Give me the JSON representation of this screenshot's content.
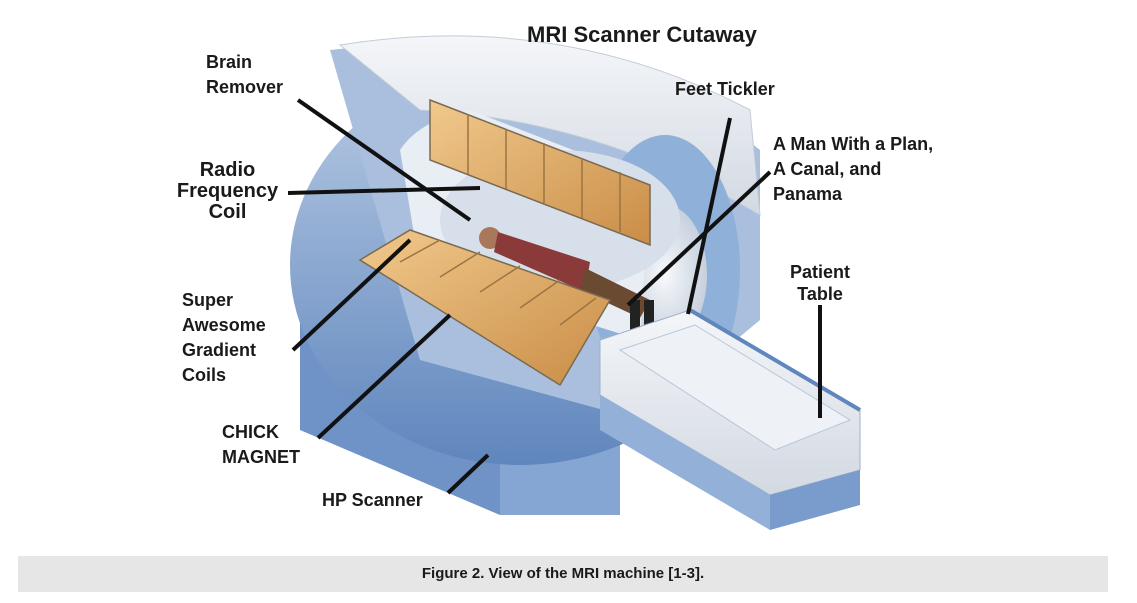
{
  "title": "MRI Scanner Cutaway",
  "labels": {
    "brain_remover": [
      "Brain",
      "Remover"
    ],
    "feet_tickler": "Feet Tickler",
    "man_with_plan": [
      "A Man With a Plan,",
      "A Canal, and",
      "Panama"
    ],
    "rf_coil": [
      "Radio",
      "Frequency",
      "Coil"
    ],
    "patient_table": [
      "Patient",
      "Table"
    ],
    "gradient_coils": [
      "Super",
      "Awesome",
      "Gradient",
      "Coils"
    ],
    "chick_magnet": [
      "CHICK",
      "MAGNET"
    ],
    "hp_scanner": "HP Scanner"
  },
  "caption": "Figure 2. View of the MRI machine [1-3].",
  "colors": {
    "housing_blue": "#7ea0cc",
    "housing_light": "#d7e1ef",
    "coil_orange": "#d9a765",
    "caption_bg": "#e6e6e7"
  }
}
